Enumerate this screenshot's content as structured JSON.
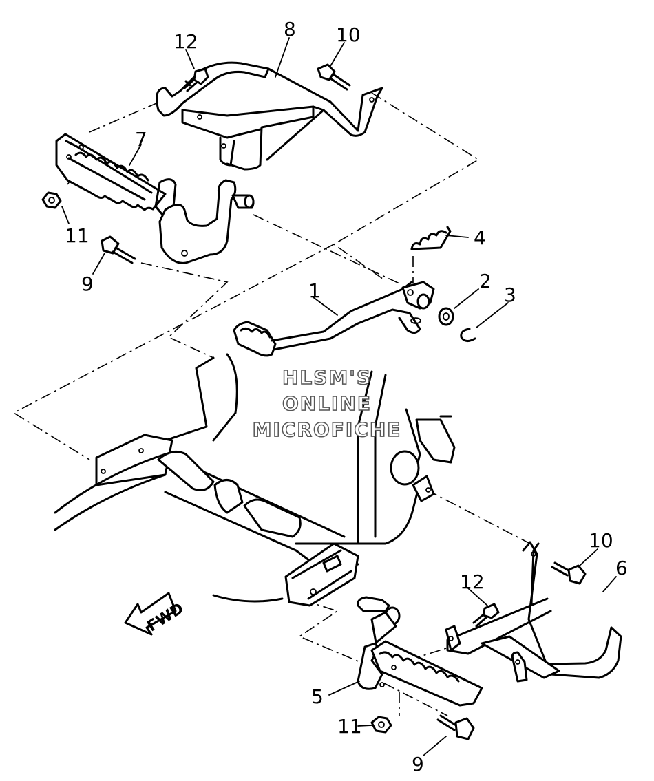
{
  "callouts": {
    "c1": "1",
    "c2": "2",
    "c3": "3",
    "c4": "4",
    "c5": "5",
    "c6": "6",
    "c7": "7",
    "c8": "8",
    "c9a": "9",
    "c9b": "9",
    "c10a": "10",
    "c10b": "10",
    "c11a": "11",
    "c11b": "11",
    "c12a": "12",
    "c12b": "12"
  },
  "watermark": {
    "line1": "HLSM'S",
    "line2": "ONLINE",
    "line3": "MICROFICHE"
  },
  "fwd_label": "FWD"
}
